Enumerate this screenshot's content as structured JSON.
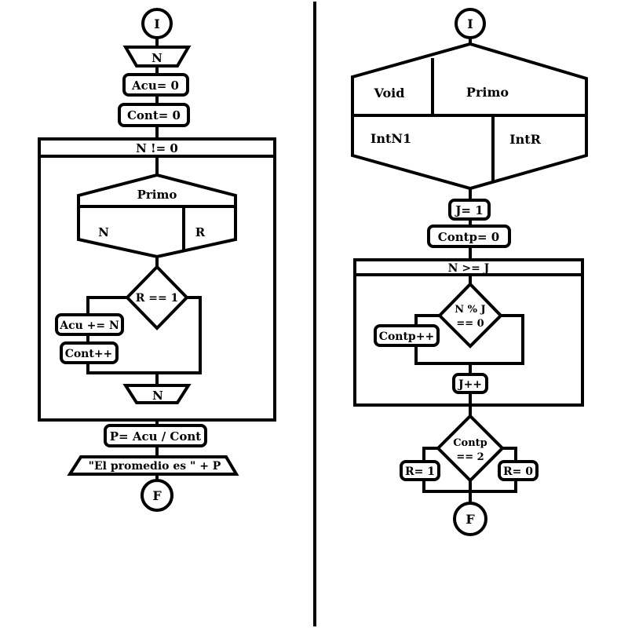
{
  "left": {
    "start": "I",
    "input_n": "N",
    "acu_init": "Acu= 0",
    "cont_init": "Cont= 0",
    "loop_condition": "N != 0",
    "call": {
      "name": "Primo",
      "arg_in": "N",
      "arg_out": "R"
    },
    "decision": "R == 1",
    "acu_add": "Acu += N",
    "cont_inc": "Cont++",
    "input_n2": "N",
    "assign_p": "P= Acu / Cont",
    "output": "\"El promedio es  \" + P",
    "end": "F"
  },
  "right": {
    "start": "I",
    "header": {
      "return_type": "Void",
      "name": "Primo",
      "param_in": "IntN1",
      "param_out": "IntR"
    },
    "j_init": "J= 1",
    "contp_init": "Contp= 0",
    "loop_condition": "N >= J",
    "decision_line1": "N % J",
    "decision_line2": "== 0",
    "contp_inc": "Contp++",
    "j_inc": "J++",
    "final_decision_line1": "Contp",
    "final_decision_line2": "== 2",
    "r_true": "R= 1",
    "r_false": "R= 0",
    "end": "F"
  }
}
